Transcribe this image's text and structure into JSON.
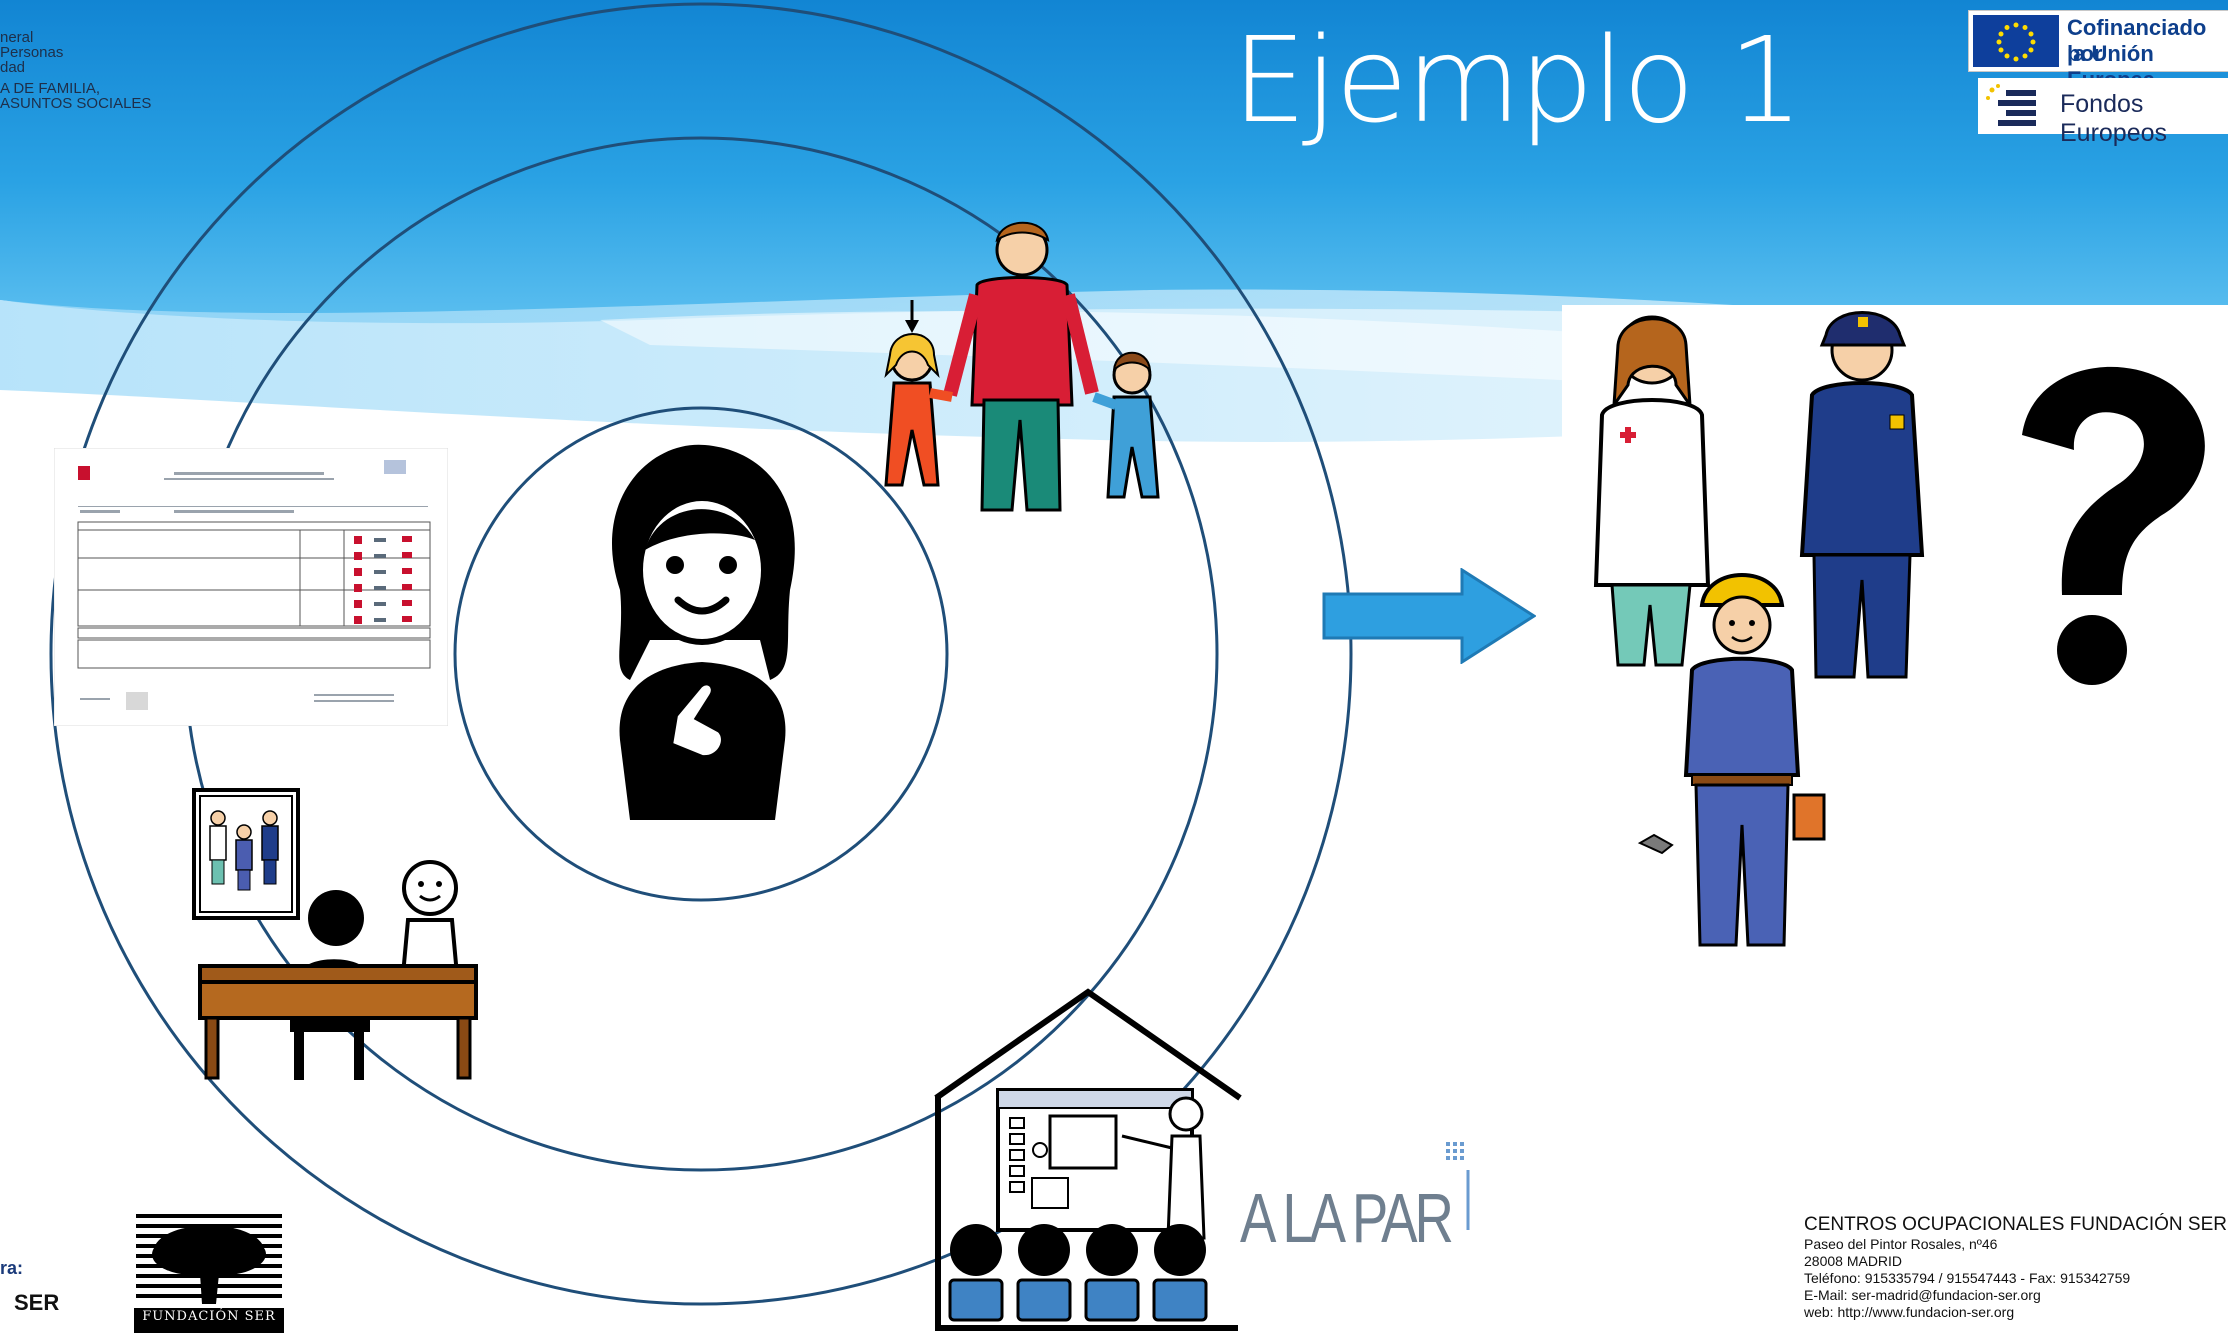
{
  "slide": {
    "title": "Ejemplo 1",
    "colors": {
      "sky": "#1e97dd",
      "ring": "#1f4e79",
      "arrow": "#2e9fe0"
    }
  },
  "header_left": {
    "lines": [
      "neral",
      "Personas",
      "dad",
      "A DE FAMILIA,",
      "ASUNTOS SOCIALES"
    ]
  },
  "eu_logo": {
    "line1": "Cofinanciado por",
    "line2": "la Unión Europea",
    "flag_icon": "eu-flag-icon"
  },
  "fondos_logo": {
    "label": "Fondos Europeos",
    "icon": "fondos-europeos-icon"
  },
  "pictograms": {
    "center": "woman-pointing-self-icon",
    "family": "family-icon",
    "document": "support-plan-document",
    "interview": "job-interview-icon",
    "classroom": "classroom-icon",
    "professions": "professions-icon",
    "question": "question-mark-icon"
  },
  "alapar": {
    "label": "A LA PAR"
  },
  "footer": {
    "org": "CENTROS OCUPACIONALES FUNDACIÓN SER",
    "lines": [
      "Paseo del Pintor Rosales, nº46",
      "28008  MADRID",
      "Teléfono:  915335794   / 915547443   - Fax: 915342759",
      "E-Mail: ser-madrid@fundacion-ser.org",
      "web: http://www.fundacion-ser.org"
    ]
  },
  "bottom_left": {
    "line1": "ra:",
    "line2": "SER",
    "logo_label": "FUNDACIÓN SER"
  }
}
